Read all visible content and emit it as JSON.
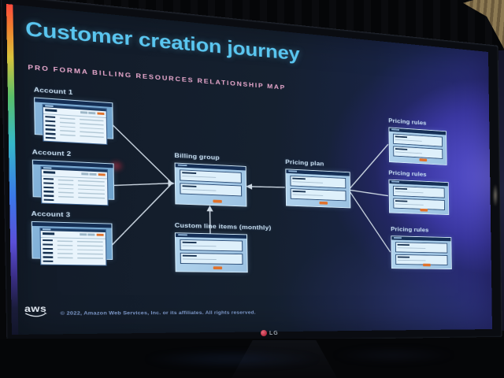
{
  "scene": {
    "tv_brand": "LG"
  },
  "slide": {
    "title": "Customer creation journey",
    "subtitle": "PRO FORMA BILLING RESOURCES RELATIONSHIP MAP",
    "footer": {
      "logo_text": "aws",
      "copyright": "© 2022, Amazon Web Services, Inc. or its affiliates. All rights reserved."
    },
    "diagram": {
      "nodes": [
        {
          "id": "account-1",
          "label": "Account 1",
          "type": "account-window"
        },
        {
          "id": "account-2",
          "label": "Account 2",
          "type": "account-window"
        },
        {
          "id": "account-3",
          "label": "Account 3",
          "type": "account-window"
        },
        {
          "id": "billing-group",
          "label": "Billing group",
          "type": "form-window"
        },
        {
          "id": "custom-line-items",
          "label": "Custom line items (monthly)",
          "type": "form-window"
        },
        {
          "id": "pricing-plan",
          "label": "Pricing plan",
          "type": "form-window"
        },
        {
          "id": "pricing-rules-1",
          "label": "Pricing rules",
          "type": "form-window"
        },
        {
          "id": "pricing-rules-2",
          "label": "Pricing rules",
          "type": "form-window"
        },
        {
          "id": "pricing-rules-3",
          "label": "Pricing rules",
          "type": "form-window"
        }
      ],
      "connections": [
        {
          "from": "account-1",
          "to": "billing-group",
          "arrow": true
        },
        {
          "from": "account-2",
          "to": "billing-group",
          "arrow": true
        },
        {
          "from": "account-3",
          "to": "billing-group",
          "arrow": true
        },
        {
          "from": "pricing-plan",
          "to": "billing-group",
          "arrow": true
        },
        {
          "from": "custom-line-items",
          "to": "billing-group",
          "arrow": true
        },
        {
          "from": "pricing-plan",
          "to": "pricing-rules-1",
          "arrow": false
        },
        {
          "from": "pricing-plan",
          "to": "pricing-rules-2",
          "arrow": false
        },
        {
          "from": "pricing-plan",
          "to": "pricing-rules-3",
          "arrow": false
        }
      ]
    },
    "colors": {
      "title": "#5ac6f0",
      "subtitle": "#e9a9ce",
      "slide_background": "#141d2b",
      "right_glow": "#4b43c8",
      "accent_orange": "#e0722c",
      "window_fill": "#a6cbe8",
      "window_titlebar": "#152f56",
      "node_label": "#c9e0f2",
      "connector": "#cfdae5"
    },
    "icons": {
      "aws_smile": "curved-smile-arrow",
      "lg_badge": "red-circle",
      "rainbow_strip": "vertical-spectrum-bar"
    }
  }
}
